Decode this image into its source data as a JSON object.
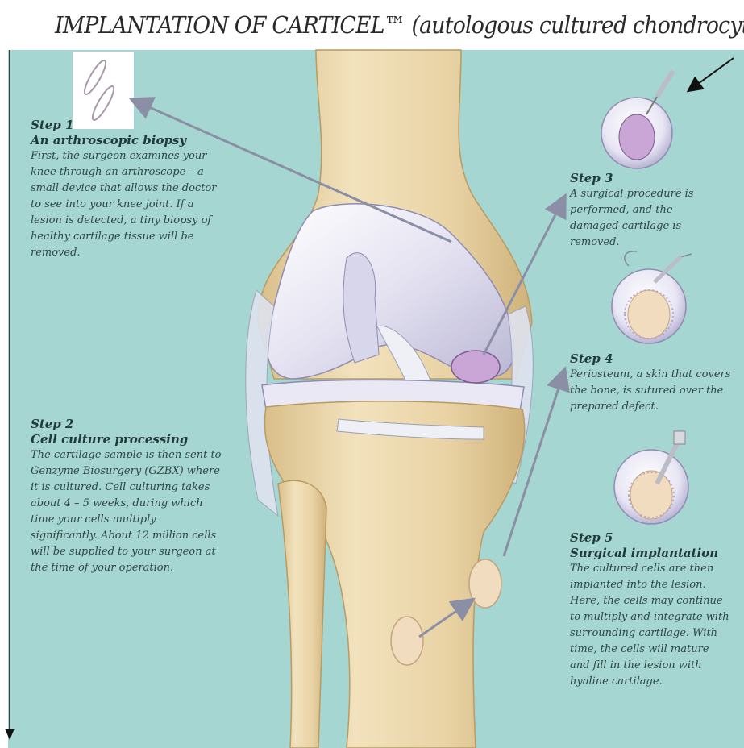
{
  "title": "IMPLANTATION OF CARTICEL™ (autologous cultured chondrocytes)",
  "steps": [
    {
      "label": "Step 1",
      "heading": "An arthroscopic biopsy",
      "body": "First, the surgeon examines your knee through an arthroscope – a small device that allows the doctor to see into your knee joint. If a lesion is detected, a tiny biopsy of healthy cartilage tissue will be removed."
    },
    {
      "label": "Step 2",
      "heading": "Cell culture processing",
      "body": "The cartilage sample is then sent to Genzyme Biosurgery (GZBX) where it is cultured. Cell culturing takes about 4 – 5 weeks, during which time your cells multiply significantly. About 12 million cells will be supplied to your surgeon at the time of your operation."
    },
    {
      "label": "Step 3",
      "heading": "",
      "body": "A surgical procedure is performed, and the damaged cartilage is removed."
    },
    {
      "label": "Step 4",
      "heading": "",
      "body": "Periosteum, a skin that covers the bone, is sutured over the prepared defect."
    },
    {
      "label": "Step 5",
      "heading": "Surgical implantation",
      "body": "The cultured cells are then implanted into the lesion. Here, the cells may continue to multiply and integrate with surrounding cartilage. With time, the cells will mature and fill in the lesion with hyaline cartilage."
    }
  ],
  "colors": {
    "background": "#a6d6d1",
    "bone": "#e8d3a6",
    "cartilage": "#e6e4f2",
    "lesion": "#c9a6d6",
    "arrow": "#8a8fa6"
  }
}
